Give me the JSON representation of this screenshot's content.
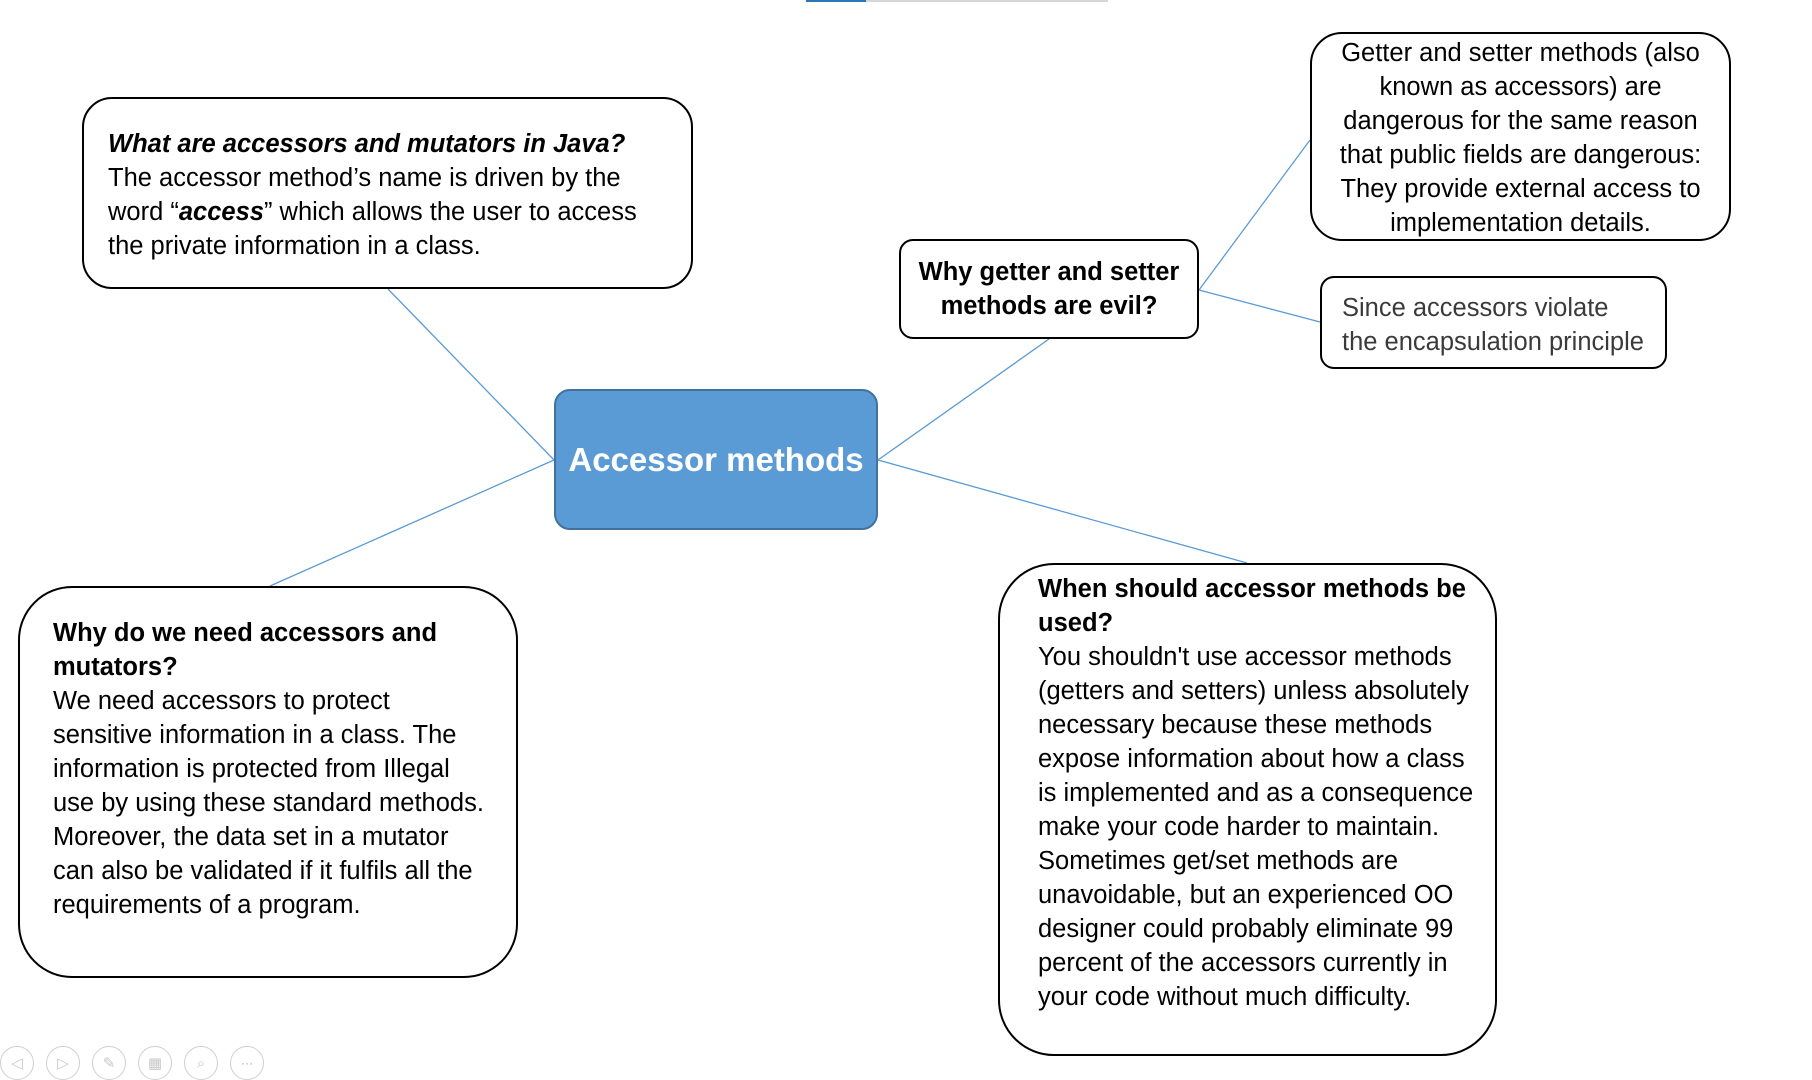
{
  "central": {
    "label": "Accessor methods",
    "color": "#5b9bd5"
  },
  "nodes": {
    "what": {
      "question": "What are accessors and mutators in Java?",
      "text_before": "The accessor method’s name is driven by the word “",
      "emphasis": "access",
      "text_after": "” which allows the user to access the private information in a class."
    },
    "why_need": {
      "question": "Why do we need accessors and mutators?",
      "text": "We need accessors to protect sensitive information in a class. The information is protected from Illegal use by using these standard methods. Moreover, the data set in a mutator can also be validated if it fulfils all the requirements of a program."
    },
    "evil": {
      "label": "Why getter and setter methods are evil?"
    },
    "getter": {
      "text": "Getter and setter methods (also known as accessors) are dangerous for the same reason that public fields are dangerous: They provide external access to implementation details."
    },
    "encap": {
      "text": "Since accessors violate the encapsulation principle"
    },
    "when": {
      "question": "When should accessor methods be used?",
      "text": "You shouldn't use accessor methods (getters and setters) unless absolutely necessary because these methods expose information about how a class is implemented and as a consequence make your code harder to maintain. Sometimes get/set methods are unavoidable, but an experienced OO designer could probably eliminate 99 percent of the accessors currently in your code without much difficulty."
    }
  },
  "connector_color": "#5b9bd5",
  "toolbar": {
    "prev_glyph": "◁",
    "next_glyph": "▷",
    "pen_glyph": "✎",
    "slides_glyph": "▦",
    "zoom_glyph": "⌕",
    "more_glyph": "∙∙∙"
  }
}
